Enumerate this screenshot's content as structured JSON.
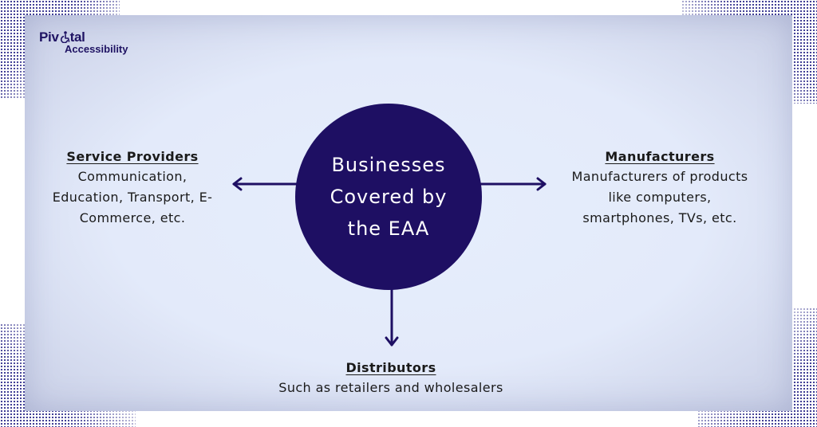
{
  "logo": {
    "line1_a": "Piv",
    "line1_b": "tal",
    "line2": "Accessibility"
  },
  "center": {
    "text": "Businesses\nCovered by\nthe EAA"
  },
  "left": {
    "title": "Service Providers",
    "desc": "Communication,\nEducation, Transport, E-\nCommerce, etc."
  },
  "right": {
    "title": "Manufacturers",
    "desc": "Manufacturers of products\nlike computers,\nsmartphones, TVs, etc."
  },
  "bottom": {
    "title": "Distributors",
    "desc": "Such as retailers and wholesalers"
  },
  "colors": {
    "navy": "#1e0f63",
    "panel": "#e3eafa",
    "dots": "#2c2a8a"
  }
}
